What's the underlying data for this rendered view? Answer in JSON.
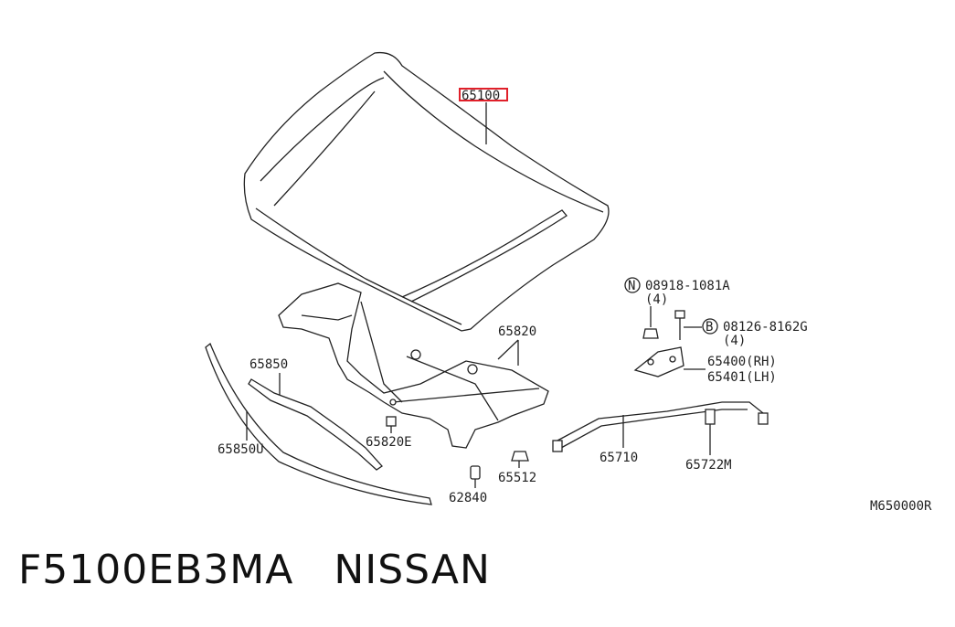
{
  "diagram": {
    "part_labels": {
      "hood": "65100",
      "hood_frame": "65820",
      "seal": "65850",
      "seal_lower": "65850U",
      "clip": "65820E",
      "bumper": "62840",
      "clip2": "65512",
      "rod": "65710",
      "rod_holder": "65722M",
      "hinge_rh": "65400(RH)",
      "hinge_lh": "65401(LH)",
      "nut": "08918-1081A",
      "nut_qty": "(4)",
      "nut_marker": "N",
      "bolt": "08126-8162G",
      "bolt_qty": "(4)",
      "bolt_marker": "B",
      "ref": "M650000R"
    },
    "highlight_color": "#e0202a"
  },
  "footer": {
    "part_number": "F5100EB3MA",
    "brand": "NISSAN"
  }
}
